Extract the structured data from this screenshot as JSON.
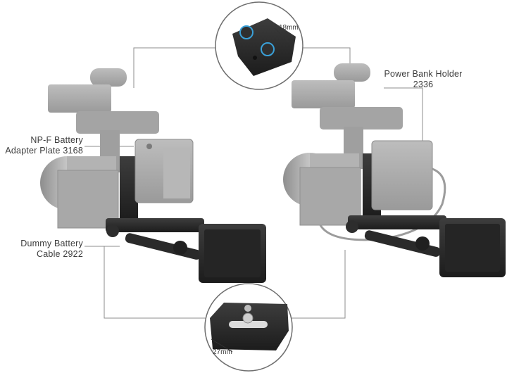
{
  "callouts": {
    "npf_plate": {
      "line1": "NP-F Battery",
      "line2": "Adapter Plate 3168"
    },
    "power_bank": {
      "line1": "Power Bank Holder",
      "line2": "2336"
    },
    "dummy_cable": {
      "line1": "Dummy Battery",
      "line2": "Cable 2922"
    }
  },
  "dimensions": {
    "top_detail": "18mm",
    "bottom_detail": "27mm"
  },
  "icons": {
    "left_rig": "camera-rig-with-npf-battery",
    "right_rig": "camera-rig-with-power-bank",
    "top_zoom": "mount-plate-detail",
    "bottom_zoom": "quick-release-plate-detail"
  },
  "colors": {
    "camera_gray": "#a9a9a9",
    "rig_dark": "#2b2b2b",
    "screen": "#1e1e1e",
    "connector_line": "#8c8c8c"
  }
}
